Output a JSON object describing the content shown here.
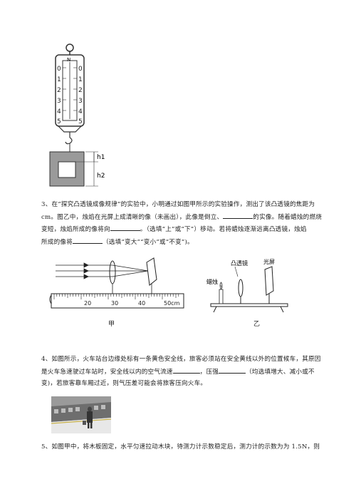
{
  "figure_top": {
    "dial_letter": "N",
    "scale_left": [
      "0",
      "1",
      "2",
      "3",
      "4",
      "5"
    ],
    "scale_right": [
      "0",
      "1",
      "2",
      "3",
      "4",
      "5"
    ],
    "label_h1": "h1",
    "label_h2": "h2"
  },
  "q3": {
    "line1": "3、在“探究凸透镜成像规律”的实验中，小明通过如图甲所示的实验操作，测出了该凸透镜的焦距为",
    "line2_a": "cm。图乙中，烛焰在光屏上成清晰的像（未画出），此像是倒立、",
    "line2_b": "的实像。随着蜡烛的燃烧",
    "line3_a": "变短，烛焰所成的像将向",
    "line3_b": "。（选填“上”或“下”）移动。若将蜡烛逐渐远离凸透镜，烛焰",
    "line4_a": "所成的像将",
    "line4_b": "（选填“变大”“变小”或“不变”)。"
  },
  "fig_jia": {
    "ruler_labels": [
      "20",
      "30",
      "40",
      "50cm"
    ],
    "caption": "甲"
  },
  "fig_yi": {
    "label_lens": "凸透镜",
    "label_screen": "光屏",
    "label_candle": "蜡烛",
    "caption": "乙"
  },
  "q4": {
    "line1": "4、如图所示，火车站台边缘处标有一条黄色安全线，旅客必须站在安全黄线以外的位置候车，其原因",
    "line2_a": "是火车急速驶过车站时，安全线以内的空气流速",
    "line2_b": "，压强",
    "line2_c": "（均选填增大、减小或不",
    "line3": "变)，若旅客靠车厢过近，则气压差可能会将旅客压向火车。"
  },
  "q5": {
    "line1": "5、如图甲中，将木板固定，水平匀速拉动木块，待测力计示数稳定后，测力计的示数为为 1.5N，则"
  }
}
